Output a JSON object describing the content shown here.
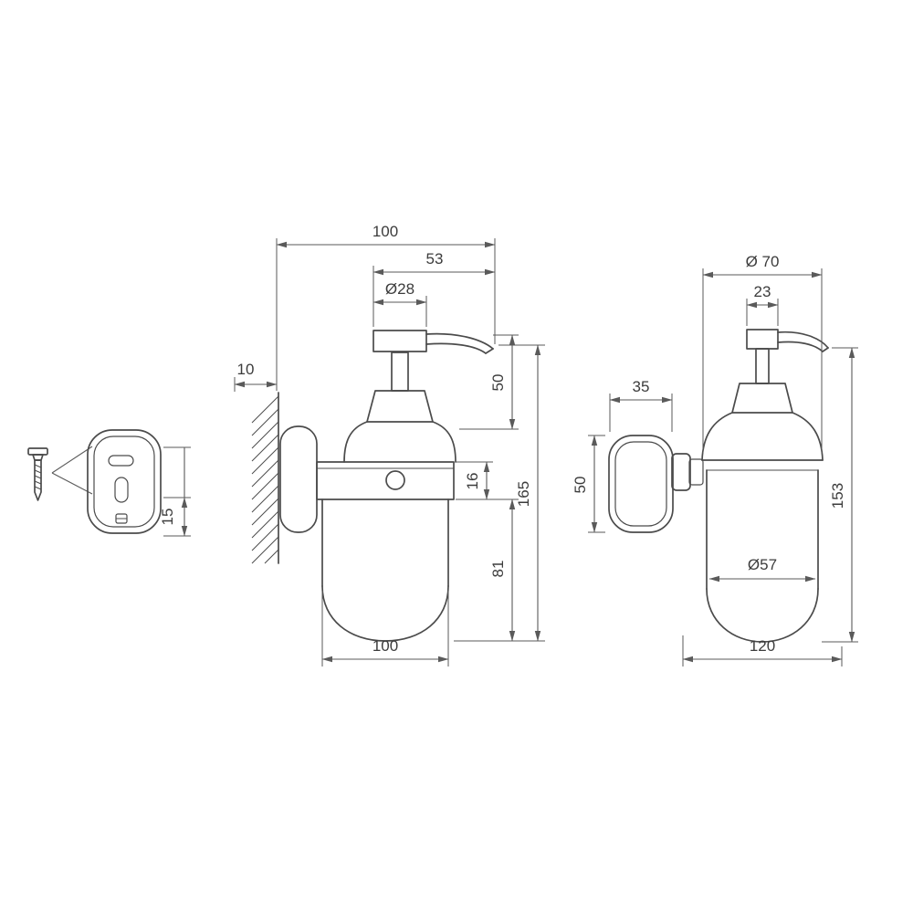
{
  "drawing": {
    "title": "Wall-mounted soap dispenser dimensional drawing",
    "colors": {
      "background": "#ffffff",
      "object_line": "#4b4b4b",
      "dimension_line": "#5a5a5a",
      "text": "#3c3c3c"
    },
    "mount_detail": {
      "dims": {
        "tab_height": "15"
      }
    },
    "side_view": {
      "dims": {
        "overall_depth": "100",
        "spout_reach": "53",
        "pump_head_diameter": "Ø28",
        "wall_offset": "10",
        "pump_height": "50",
        "holder_thickness": "16",
        "overall_height": "165",
        "container_height": "81",
        "base_depth": "100"
      }
    },
    "front_view": {
      "dims": {
        "ring_diameter": "Ø 70",
        "pump_head_width": "23",
        "plate_width": "35",
        "plate_height": "50",
        "overall_height": "153",
        "container_diameter": "Ø57",
        "overall_width": "120"
      }
    }
  }
}
